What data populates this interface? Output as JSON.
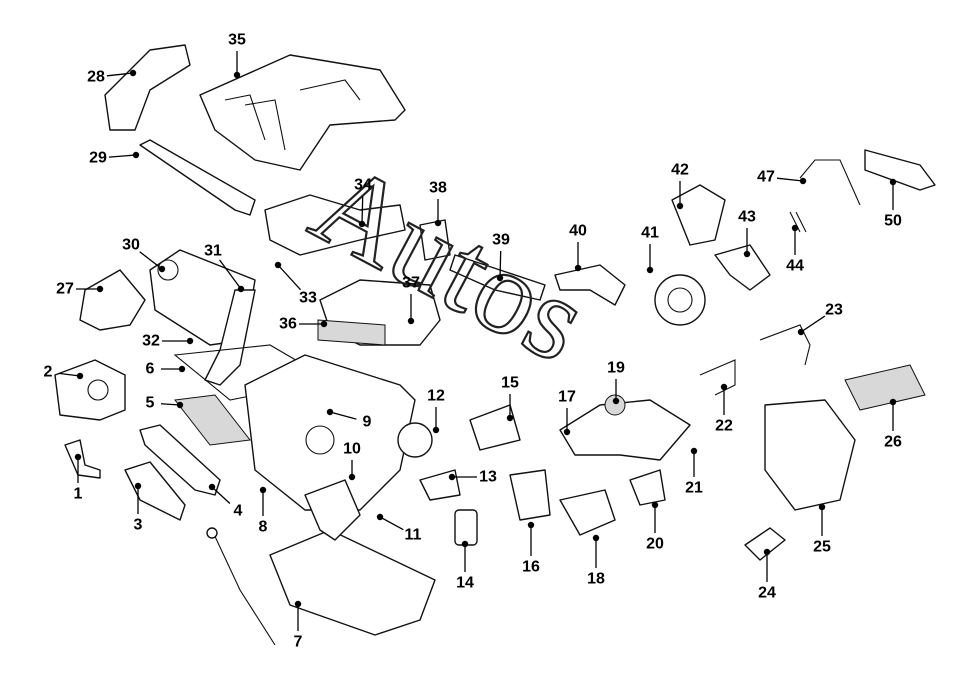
{
  "diagram": {
    "watermark": "Autos",
    "callouts": [
      "1",
      "2",
      "3",
      "4",
      "5",
      "6",
      "7",
      "8",
      "9",
      "10",
      "11",
      "12",
      "13",
      "14",
      "15",
      "16",
      "17",
      "18",
      "19",
      "20",
      "21",
      "22",
      "23",
      "24",
      "25",
      "26",
      "27",
      "28",
      "29",
      "30",
      "31",
      "32",
      "33",
      "34",
      "35",
      "36",
      "37",
      "38",
      "39",
      "40",
      "41",
      "42",
      "43",
      "44",
      "47",
      "50"
    ]
  }
}
